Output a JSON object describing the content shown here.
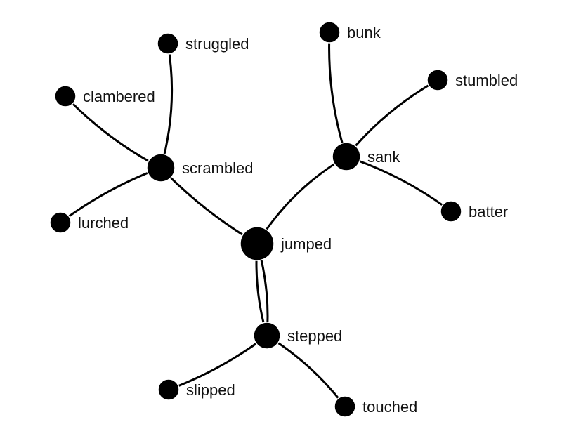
{
  "graph": {
    "colors": {
      "node": "#000000",
      "edge": "#000000",
      "label": "#111111",
      "background": "#ffffff"
    },
    "nodes": [
      {
        "id": "jumped",
        "label": "jumped"
      },
      {
        "id": "scrambled",
        "label": "scrambled"
      },
      {
        "id": "sank",
        "label": "sank"
      },
      {
        "id": "stepped",
        "label": "stepped"
      },
      {
        "id": "struggled",
        "label": "struggled"
      },
      {
        "id": "clambered",
        "label": "clambered"
      },
      {
        "id": "lurched",
        "label": "lurched"
      },
      {
        "id": "bunk",
        "label": "bunk"
      },
      {
        "id": "stumbled",
        "label": "stumbled"
      },
      {
        "id": "batter",
        "label": "batter"
      },
      {
        "id": "slipped",
        "label": "slipped"
      },
      {
        "id": "touched",
        "label": "touched"
      }
    ],
    "edges": [
      {
        "source": "struggled",
        "target": "scrambled"
      },
      {
        "source": "clambered",
        "target": "scrambled"
      },
      {
        "source": "lurched",
        "target": "scrambled"
      },
      {
        "source": "scrambled",
        "target": "jumped"
      },
      {
        "source": "sank",
        "target": "jumped"
      },
      {
        "source": "bunk",
        "target": "sank"
      },
      {
        "source": "stumbled",
        "target": "sank"
      },
      {
        "source": "batter",
        "target": "sank"
      },
      {
        "source": "jumped",
        "target": "stepped"
      },
      {
        "source": "stepped",
        "target": "jumped"
      },
      {
        "source": "slipped",
        "target": "stepped"
      },
      {
        "source": "touched",
        "target": "stepped"
      }
    ]
  }
}
